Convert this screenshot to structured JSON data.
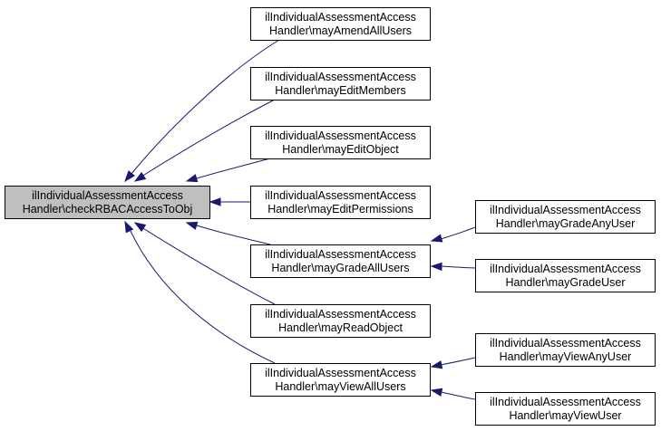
{
  "colors": {
    "edge": "#191970",
    "root_fill": "#bfbfbf",
    "node_fill": "#ffffff",
    "border": "#000000"
  },
  "nodes": [
    {
      "id": "root",
      "line1": "ilIndividualAssessmentAccess",
      "line2": "Handler\\checkRBACAccessToObj",
      "highlighted": true
    },
    {
      "id": "amend_all",
      "line1": "ilIndividualAssessmentAccess",
      "line2": "Handler\\mayAmendAllUsers"
    },
    {
      "id": "edit_members",
      "line1": "ilIndividualAssessmentAccess",
      "line2": "Handler\\mayEditMembers"
    },
    {
      "id": "edit_object",
      "line1": "ilIndividualAssessmentAccess",
      "line2": "Handler\\mayEditObject"
    },
    {
      "id": "edit_permissions",
      "line1": "ilIndividualAssessmentAccess",
      "line2": "Handler\\mayEditPermissions"
    },
    {
      "id": "grade_all",
      "line1": "ilIndividualAssessmentAccess",
      "line2": "Handler\\mayGradeAllUsers"
    },
    {
      "id": "read_object",
      "line1": "ilIndividualAssessmentAccess",
      "line2": "Handler\\mayReadObject"
    },
    {
      "id": "view_all",
      "line1": "ilIndividualAssessmentAccess",
      "line2": "Handler\\mayViewAllUsers"
    },
    {
      "id": "grade_any",
      "line1": "ilIndividualAssessmentAccess",
      "line2": "Handler\\mayGradeAnyUser"
    },
    {
      "id": "grade_user",
      "line1": "ilIndividualAssessmentAccess",
      "line2": "Handler\\mayGradeUser"
    },
    {
      "id": "view_any",
      "line1": "ilIndividualAssessmentAccess",
      "line2": "Handler\\mayViewAnyUser"
    },
    {
      "id": "view_user",
      "line1": "ilIndividualAssessmentAccess",
      "line2": "Handler\\mayViewUser"
    }
  ],
  "edges": [
    {
      "from": "amend_all",
      "to": "root"
    },
    {
      "from": "edit_members",
      "to": "root"
    },
    {
      "from": "edit_object",
      "to": "root"
    },
    {
      "from": "edit_permissions",
      "to": "root"
    },
    {
      "from": "grade_all",
      "to": "root"
    },
    {
      "from": "read_object",
      "to": "root"
    },
    {
      "from": "view_all",
      "to": "root"
    },
    {
      "from": "grade_any",
      "to": "grade_all"
    },
    {
      "from": "grade_user",
      "to": "grade_all"
    },
    {
      "from": "view_any",
      "to": "view_all"
    },
    {
      "from": "view_user",
      "to": "view_all"
    }
  ]
}
